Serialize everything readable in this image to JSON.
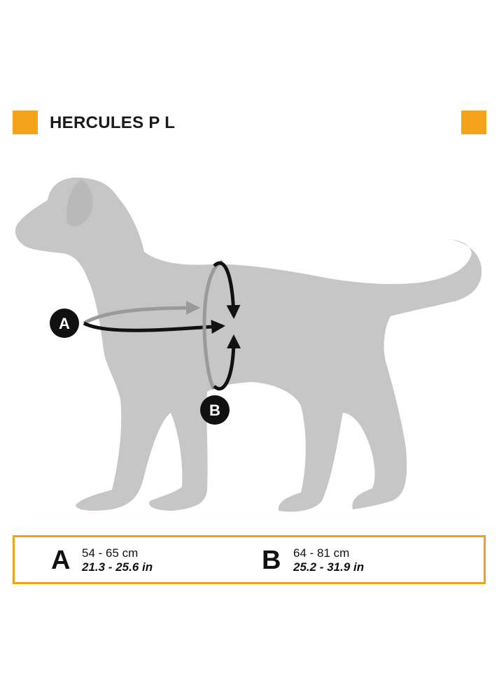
{
  "header": {
    "title": "HERCULES P L",
    "accent_color": "#f5a31a"
  },
  "figure": {
    "silhouette_color": "#c6c6c6",
    "arrow_color": "#111111",
    "arrow_back_color": "#9a9a9a",
    "markers": [
      {
        "id": "A",
        "label": "A"
      },
      {
        "id": "B",
        "label": "B"
      }
    ]
  },
  "sizes": {
    "border_color": "#f0a21f",
    "items": [
      {
        "letter": "A",
        "cm": "54 - 65 cm",
        "in": "21.3 - 25.6 in"
      },
      {
        "letter": "B",
        "cm": "64 - 81 cm",
        "in": "25.2 - 31.9 in"
      }
    ]
  }
}
